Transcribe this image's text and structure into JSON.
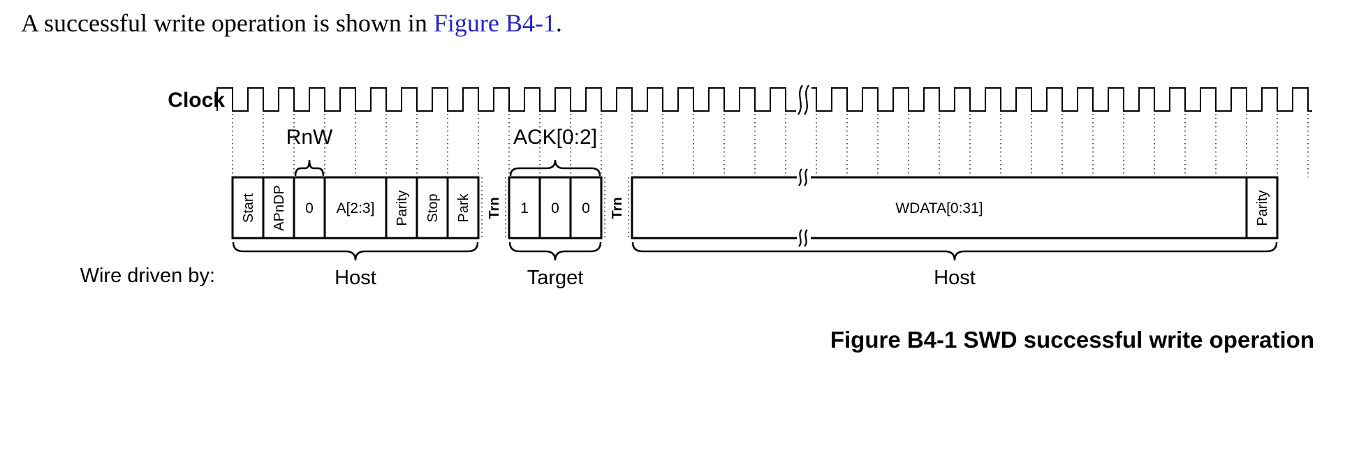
{
  "colors": {
    "ink": "#000000",
    "link_blue": "#2323cc",
    "background": "#ffffff"
  },
  "intro_sentence": {
    "before": "A successful write operation is shown in ",
    "link_text": "Figure B4-1",
    "after": "."
  },
  "diagram": {
    "clock_label": "Clock",
    "rnw_annotation": "RnW",
    "ack_annotation": "ACK[0:2]",
    "host_packet_bits": [
      "Start",
      "APnDP",
      "0",
      "A[2:3]",
      "Parity",
      "Stop",
      "Park"
    ],
    "turnaround_label": "Trn",
    "ack_bits": [
      "1",
      "0",
      "0"
    ],
    "wdata_label": "WDATA[0:31]",
    "wdata_parity_label": "Parity",
    "wire_driven_by_label": "Wire driven by:",
    "drivers": [
      "Host",
      "Target",
      "Host"
    ]
  },
  "caption": "Figure B4-1 SWD successful write operation"
}
